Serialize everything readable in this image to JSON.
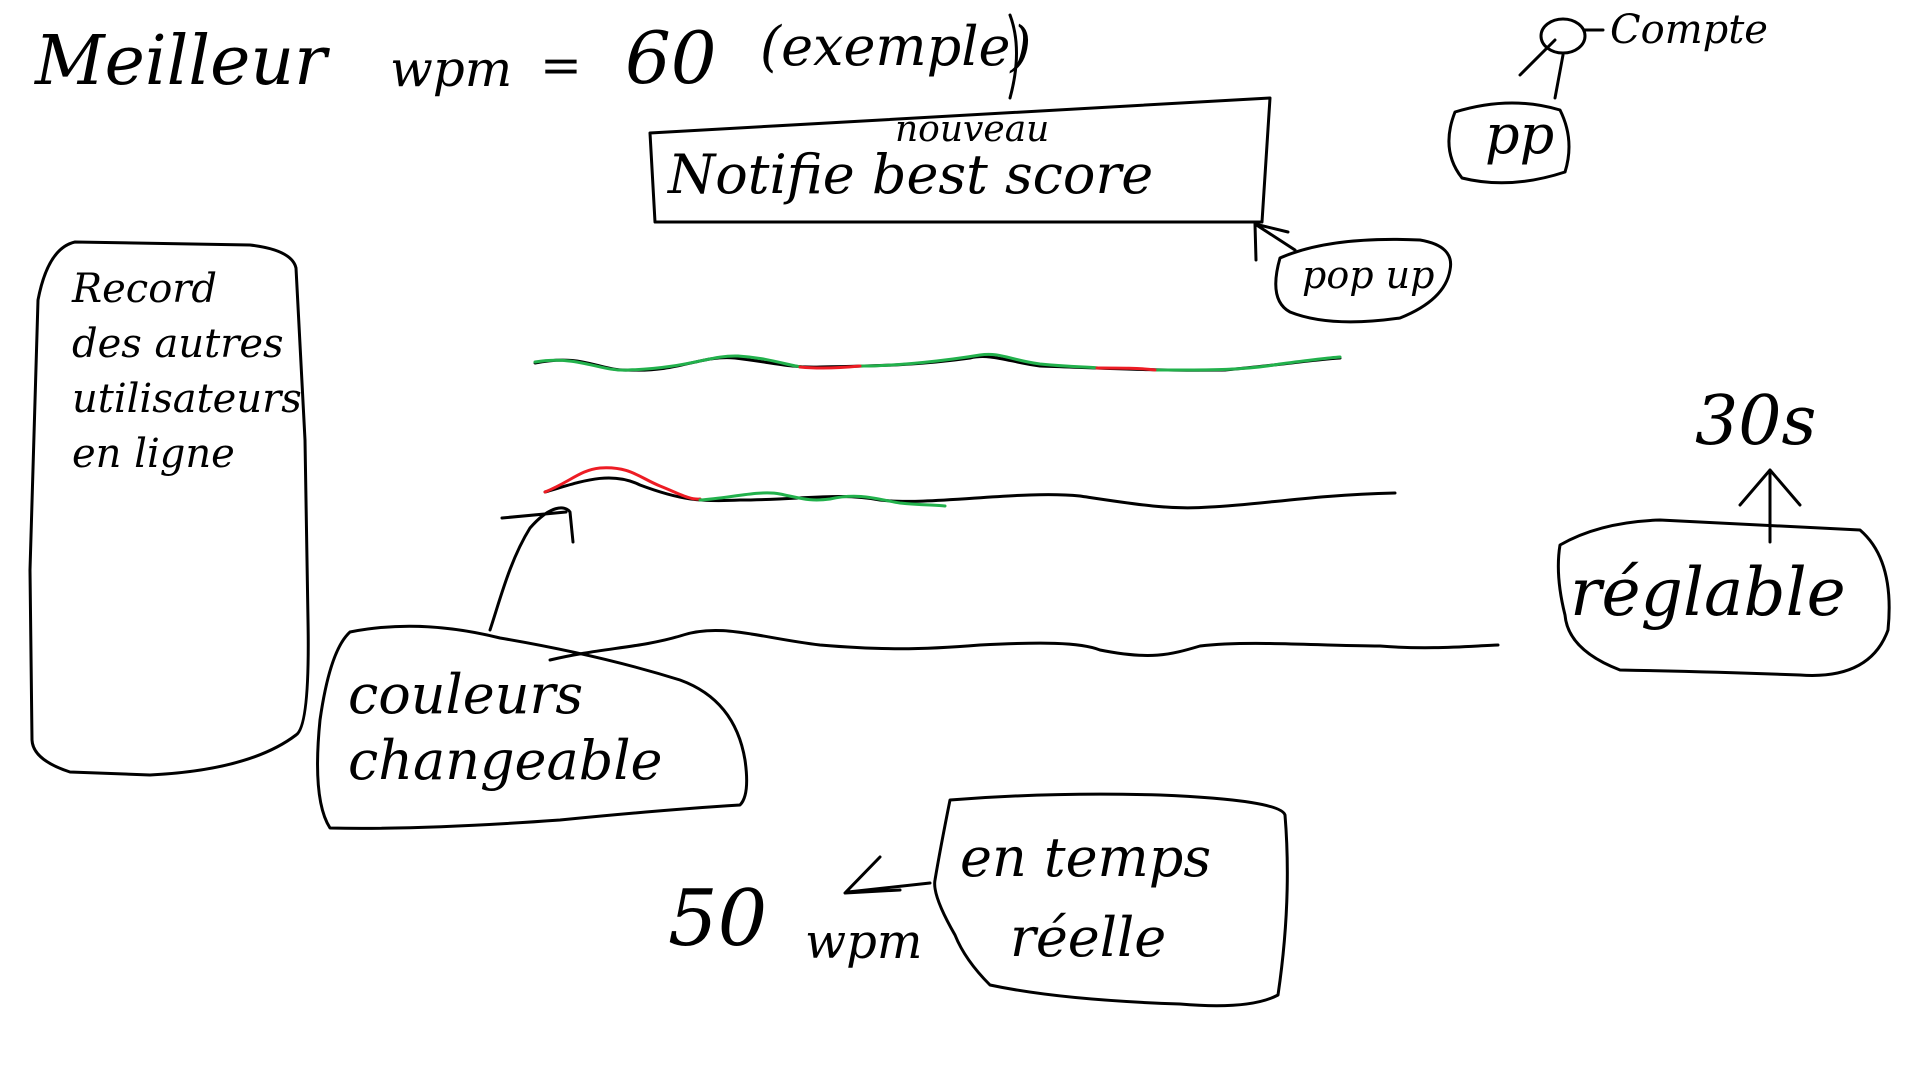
{
  "header": {
    "best_label": "Meilleur",
    "best_unit": "wpm",
    "equals": "=",
    "best_value": "60",
    "best_note": "(exemple)"
  },
  "account": {
    "label": "Compte",
    "avatar_text": "pp"
  },
  "notification": {
    "line_top": "nouveau",
    "line_main": "Notifie best score",
    "popup_label": "pop up"
  },
  "sidebar": {
    "lines": [
      "Record",
      "des autres",
      "utilisateurs",
      "en ligne"
    ]
  },
  "typing": {
    "correct_color": "#22b14c",
    "error_color": "#ed1c24",
    "text_color": "#000000"
  },
  "timer": {
    "value": "30s",
    "annotation": "réglable"
  },
  "colors_note": {
    "lines": [
      "couleurs",
      "changeable"
    ]
  },
  "speed": {
    "value": "50",
    "unit": "wpm",
    "annotation_lines": [
      "en temps",
      "réelle"
    ]
  }
}
